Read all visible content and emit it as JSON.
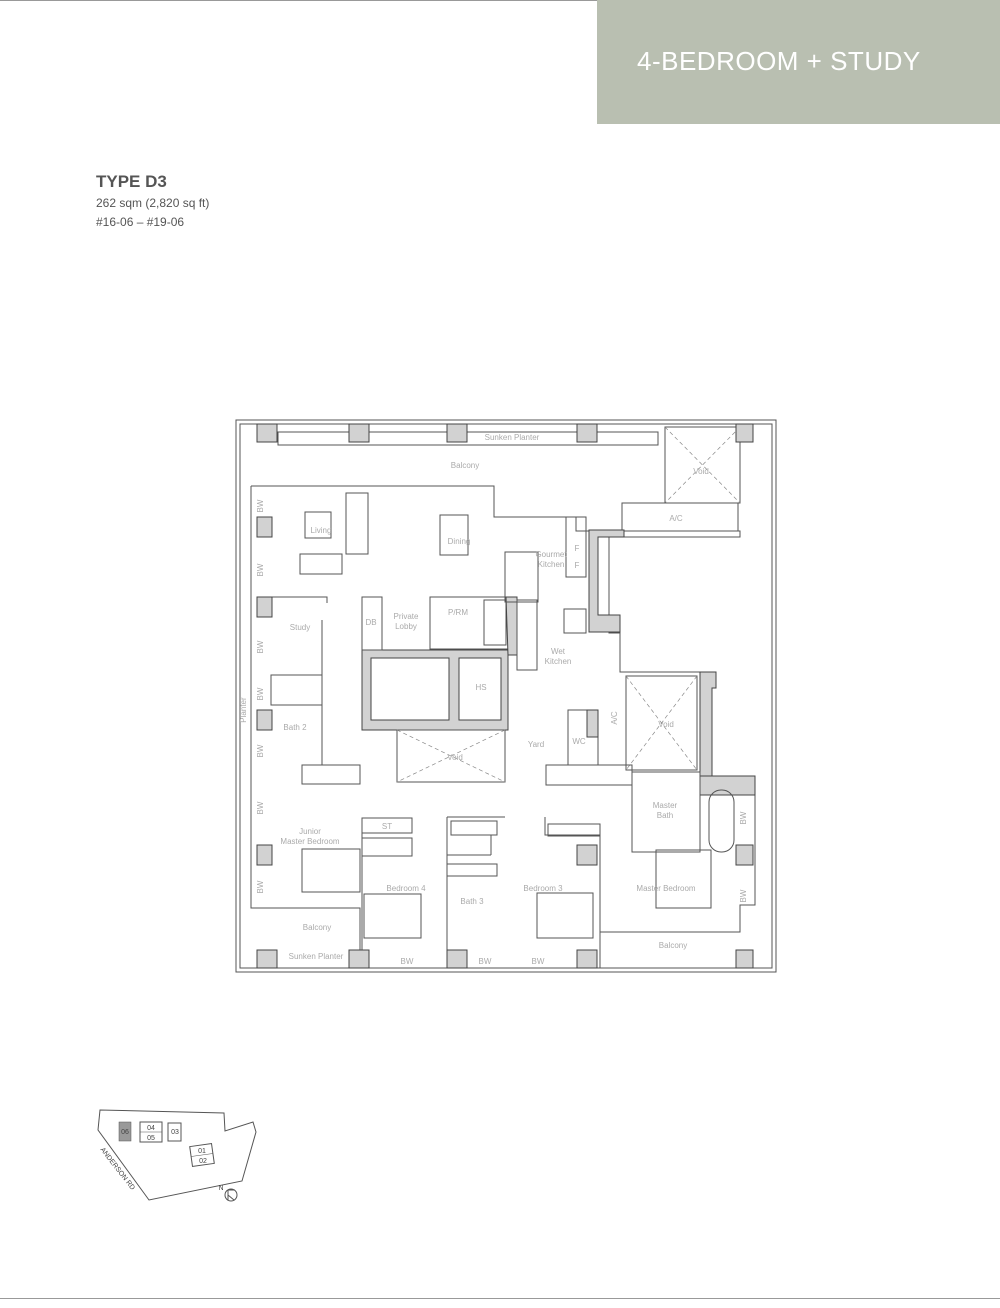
{
  "header": {
    "title": "4-BEDROOM + STUDY",
    "accent": "#b9bfb1"
  },
  "unit": {
    "type": "TYPE D3",
    "area": "262 sqm (2,820 sq ft)",
    "units": "#16-06 – #19-06"
  },
  "plan": {
    "rooms": {
      "sunken_planter_top": "Sunken Planter",
      "balcony_top": "Balcony",
      "void_top": "Void",
      "ac_top": "A/C",
      "living": "Living",
      "dining": "Dining",
      "gourmet_kitchen_1": "Gourmet",
      "gourmet_kitchen_2": "Kitchen",
      "fridge_1": "F",
      "fridge_2": "F",
      "study": "Study",
      "db": "DB",
      "private_lobby_1": "Private",
      "private_lobby_2": "Lobby",
      "prm": "P/RM",
      "hs": "HS",
      "wet_kitchen_1": "Wet",
      "wet_kitchen_2": "Kitchen",
      "planter": "Planter",
      "bath2": "Bath 2",
      "void_mid": "Void",
      "yard": "Yard",
      "wc": "WC",
      "ac_mid": "A/C",
      "void_right": "Void",
      "master_bath_1": "Master",
      "master_bath_2": "Bath",
      "junior_master_1": "Junior",
      "junior_master_2": "Master Bedroom",
      "st": "ST",
      "bedroom4": "Bedroom 4",
      "bath3": "Bath 3",
      "bedroom3": "Bedroom 3",
      "master_bedroom": "Master Bedroom",
      "balcony_left": "Balcony",
      "balcony_right": "Balcony",
      "sunken_planter_bottom": "Sunken Planter",
      "bw": "BW"
    }
  },
  "keyplan": {
    "units": [
      "06",
      "04",
      "05",
      "03",
      "01",
      "02"
    ],
    "highlighted": "06",
    "road": "ANDERSON RD",
    "north": "N"
  }
}
